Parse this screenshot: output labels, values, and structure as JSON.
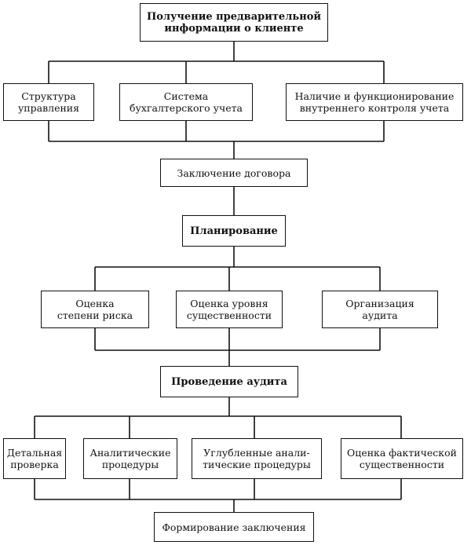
{
  "nodes": {
    "client_info": {
      "lines": [
        "Получение предварительной",
        "информации о клиенте"
      ]
    },
    "management": {
      "lines": [
        "Структура",
        "управления"
      ]
    },
    "accounting": {
      "lines": [
        "Система",
        "бухгалтерского учета"
      ]
    },
    "internal_control": {
      "lines": [
        "Наличие и функционирование",
        "внутреннего контроля учета"
      ]
    },
    "contract": {
      "lines": [
        "Заключение договора"
      ]
    },
    "planning": {
      "lines": [
        "Планирование"
      ]
    },
    "risk": {
      "lines": [
        "Оценка",
        "степени риска"
      ]
    },
    "materiality": {
      "lines": [
        "Оценка уровня",
        "существенности"
      ]
    },
    "organization": {
      "lines": [
        "Организация",
        "аудита"
      ]
    },
    "conduct": {
      "lines": [
        "Проведение аудита"
      ]
    },
    "detailed": {
      "lines": [
        "Детальная",
        "проверка"
      ]
    },
    "analytical": {
      "lines": [
        "Аналитические",
        "процедуры"
      ]
    },
    "deep_analytical": {
      "lines": [
        "Углубленные анали-",
        "тические процедуры"
      ]
    },
    "actual_materiality": {
      "lines": [
        "Оценка фактической",
        "существенности"
      ]
    },
    "conclusion": {
      "lines": [
        "Формирование заключения"
      ]
    }
  }
}
